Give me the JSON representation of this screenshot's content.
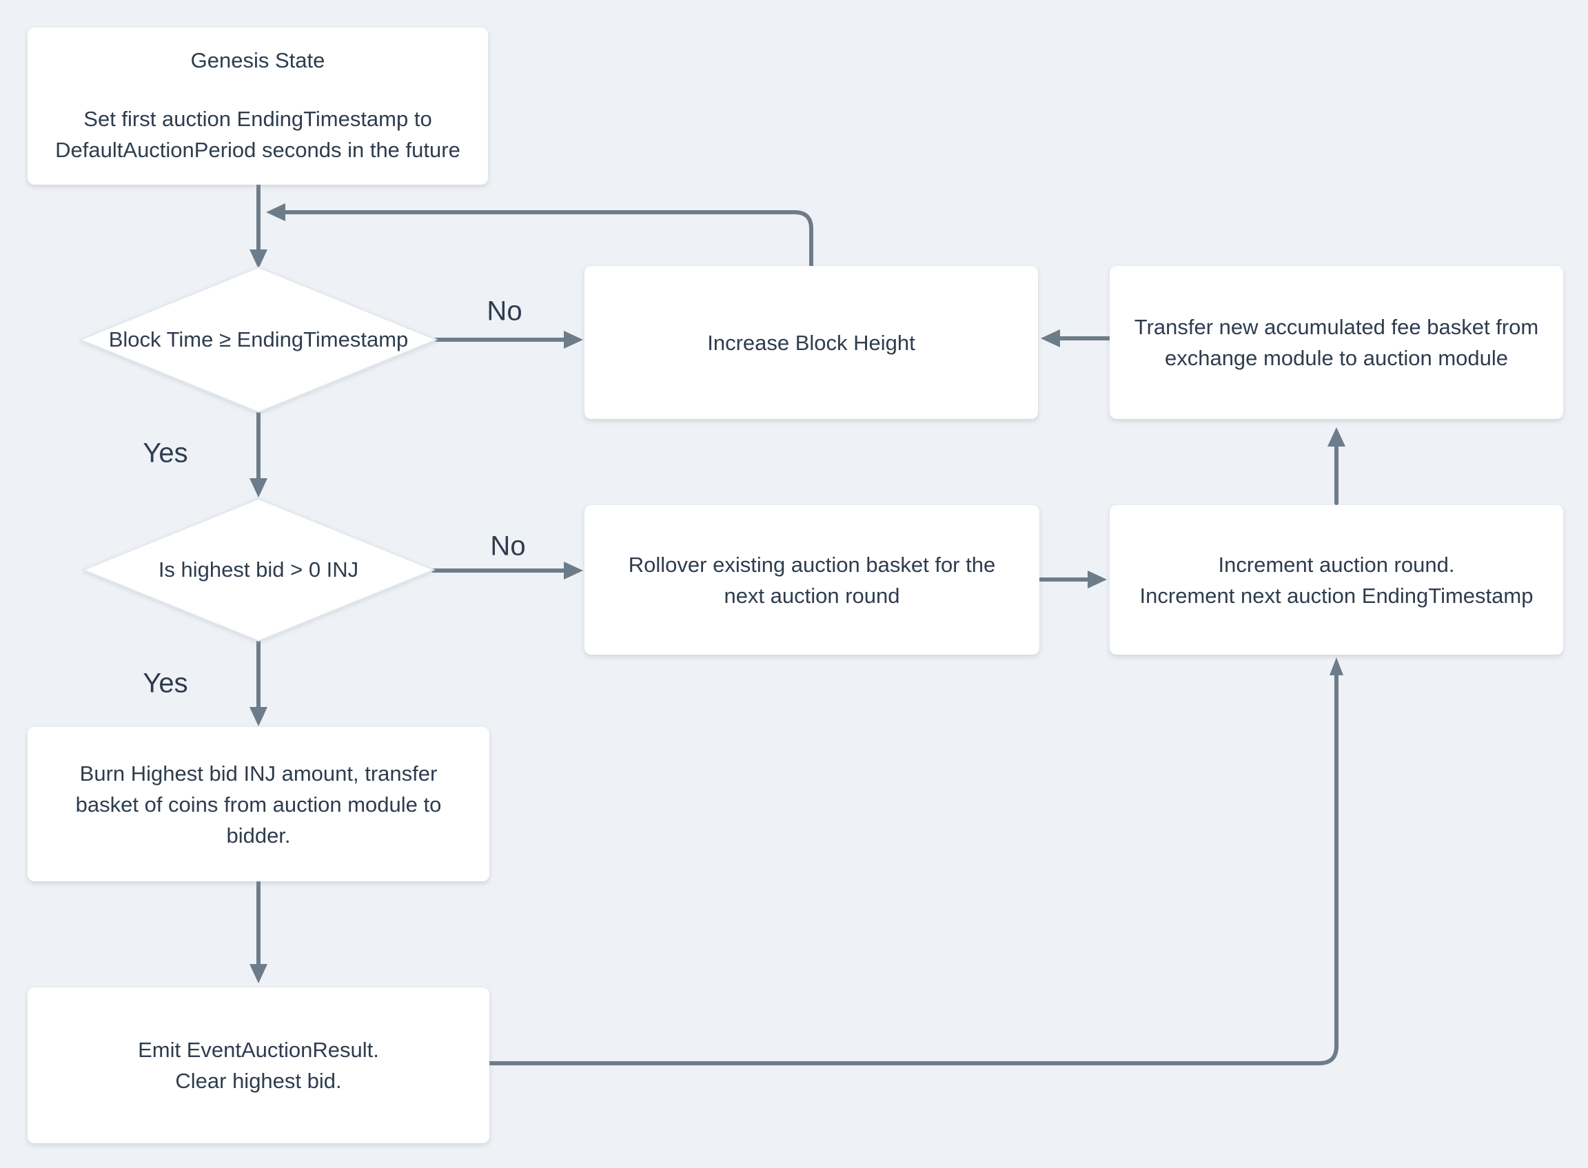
{
  "colors": {
    "background": "#eef1f5",
    "node_fill": "#ffffff",
    "arrow": "#6d7c8b",
    "text": "#2e3c4e",
    "diamond_border": "#e4e9ee"
  },
  "nodes": {
    "genesis": {
      "title": "Genesis State",
      "line1": "Set first auction EndingTimestamp to",
      "line2": "DefaultAuctionPeriod seconds in the future"
    },
    "decision_block_time": {
      "label": "Block Time ≥ EndingTimestamp"
    },
    "increase_block_height": {
      "label": "Increase Block Height"
    },
    "transfer_fee_basket": {
      "line1": "Transfer new accumulated fee basket from",
      "line2": "exchange module to auction module"
    },
    "decision_highest_bid": {
      "label": "Is highest bid > 0 INJ"
    },
    "rollover_basket": {
      "line1": "Rollover existing auction basket for the",
      "line2": "next auction round"
    },
    "increment_round": {
      "line1": "Increment auction round.",
      "line2": "Increment next auction EndingTimestamp"
    },
    "burn_and_transfer": {
      "line1": "Burn Highest bid INJ amount, transfer",
      "line2": "basket of coins from auction module to",
      "line3": "bidder."
    },
    "emit_result": {
      "line1": "Emit EventAuctionResult.",
      "line2": "Clear highest bid."
    }
  },
  "edge_labels": {
    "block_time_no": "No",
    "block_time_yes": "Yes",
    "highest_bid_no": "No",
    "highest_bid_yes": "Yes"
  }
}
